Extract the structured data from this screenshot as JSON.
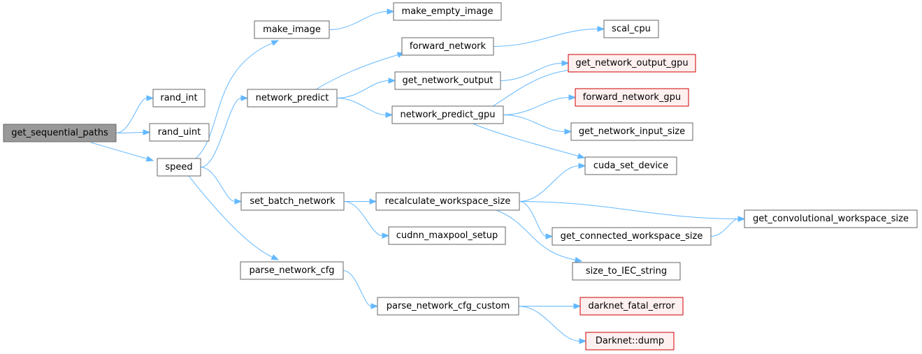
{
  "diagram": {
    "nodes": [
      {
        "id": "get_sequential_paths",
        "label": "get_sequential_paths",
        "kind": "root"
      },
      {
        "id": "rand_int",
        "label": "rand_int",
        "kind": "normal"
      },
      {
        "id": "rand_uint",
        "label": "rand_uint",
        "kind": "normal"
      },
      {
        "id": "speed",
        "label": "speed",
        "kind": "normal"
      },
      {
        "id": "make_image",
        "label": "make_image",
        "kind": "normal"
      },
      {
        "id": "network_predict",
        "label": "network_predict",
        "kind": "normal"
      },
      {
        "id": "set_batch_network",
        "label": "set_batch_network",
        "kind": "normal"
      },
      {
        "id": "parse_network_cfg",
        "label": "parse_network_cfg",
        "kind": "normal"
      },
      {
        "id": "make_empty_image",
        "label": "make_empty_image",
        "kind": "normal"
      },
      {
        "id": "forward_network",
        "label": "forward_network",
        "kind": "normal"
      },
      {
        "id": "get_network_output",
        "label": "get_network_output",
        "kind": "normal"
      },
      {
        "id": "network_predict_gpu",
        "label": "network_predict_gpu",
        "kind": "normal"
      },
      {
        "id": "recalculate_workspace_size",
        "label": "recalculate_workspace_size",
        "kind": "normal"
      },
      {
        "id": "cudnn_maxpool_setup",
        "label": "cudnn_maxpool_setup",
        "kind": "normal"
      },
      {
        "id": "parse_network_cfg_custom",
        "label": "parse_network_cfg_custom",
        "kind": "normal"
      },
      {
        "id": "scal_cpu",
        "label": "scal_cpu",
        "kind": "normal"
      },
      {
        "id": "get_network_output_gpu",
        "label": "get_network_output_gpu",
        "kind": "ext"
      },
      {
        "id": "forward_network_gpu",
        "label": "forward_network_gpu",
        "kind": "ext"
      },
      {
        "id": "get_network_input_size",
        "label": "get_network_input_size",
        "kind": "normal"
      },
      {
        "id": "cuda_set_device",
        "label": "cuda_set_device",
        "kind": "normal"
      },
      {
        "id": "get_connected_workspace_size",
        "label": "get_connected_workspace_size",
        "kind": "normal"
      },
      {
        "id": "size_to_IEC_string",
        "label": "size_to_IEC_string",
        "kind": "normal"
      },
      {
        "id": "get_convolutional_workspace_size",
        "label": "get_convolutional_workspace_size",
        "kind": "normal"
      },
      {
        "id": "darknet_fatal_error",
        "label": "darknet_fatal_error",
        "kind": "ext"
      },
      {
        "id": "Darknet_dump",
        "label": "Darknet::dump",
        "kind": "ext"
      }
    ],
    "edges": [
      {
        "from": "get_sequential_paths",
        "to": "rand_int"
      },
      {
        "from": "get_sequential_paths",
        "to": "rand_uint"
      },
      {
        "from": "get_sequential_paths",
        "to": "speed"
      },
      {
        "from": "speed",
        "to": "make_image"
      },
      {
        "from": "speed",
        "to": "network_predict"
      },
      {
        "from": "speed",
        "to": "set_batch_network"
      },
      {
        "from": "speed",
        "to": "parse_network_cfg"
      },
      {
        "from": "make_image",
        "to": "make_empty_image"
      },
      {
        "from": "network_predict",
        "to": "forward_network"
      },
      {
        "from": "network_predict",
        "to": "get_network_output"
      },
      {
        "from": "network_predict",
        "to": "network_predict_gpu"
      },
      {
        "from": "forward_network",
        "to": "scal_cpu"
      },
      {
        "from": "get_network_output",
        "to": "get_network_output_gpu"
      },
      {
        "from": "network_predict_gpu",
        "to": "get_network_output_gpu"
      },
      {
        "from": "network_predict_gpu",
        "to": "forward_network_gpu"
      },
      {
        "from": "network_predict_gpu",
        "to": "get_network_input_size"
      },
      {
        "from": "network_predict_gpu",
        "to": "cuda_set_device"
      },
      {
        "from": "set_batch_network",
        "to": "recalculate_workspace_size"
      },
      {
        "from": "set_batch_network",
        "to": "cudnn_maxpool_setup"
      },
      {
        "from": "recalculate_workspace_size",
        "to": "cuda_set_device"
      },
      {
        "from": "recalculate_workspace_size",
        "to": "get_convolutional_workspace_size"
      },
      {
        "from": "recalculate_workspace_size",
        "to": "get_connected_workspace_size"
      },
      {
        "from": "recalculate_workspace_size",
        "to": "size_to_IEC_string"
      },
      {
        "from": "get_connected_workspace_size",
        "to": "get_convolutional_workspace_size"
      },
      {
        "from": "parse_network_cfg",
        "to": "parse_network_cfg_custom"
      },
      {
        "from": "parse_network_cfg_custom",
        "to": "darknet_fatal_error"
      },
      {
        "from": "parse_network_cfg_custom",
        "to": "Darknet_dump"
      }
    ]
  }
}
